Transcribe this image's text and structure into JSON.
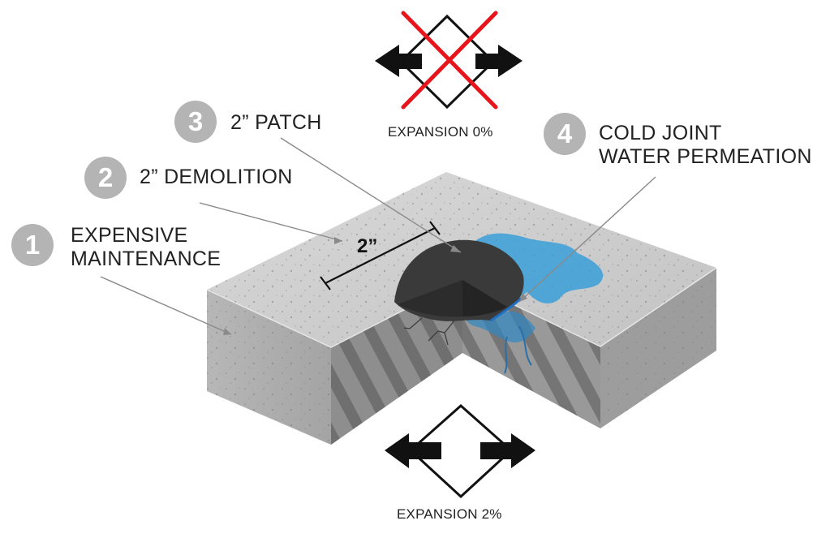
{
  "callouts": [
    {
      "number": "1",
      "label": "EXPENSIVE\nMAINTENANCE"
    },
    {
      "number": "2",
      "label": "2” DEMOLITION"
    },
    {
      "number": "3",
      "label": "2” PATCH"
    },
    {
      "number": "4",
      "label": "COLD JOINT\nWATER PERMEATION"
    }
  ],
  "expansion_top": {
    "label": "EXPANSION 0%",
    "crossed_out": true
  },
  "expansion_bottom": {
    "label": "EXPANSION 2%",
    "crossed_out": false
  },
  "dimension_label": "2”",
  "colors": {
    "badge": "#b4b4b4",
    "cross": "#e8141c",
    "water": "#3a9fd8",
    "patch": "#3a3a3a",
    "concrete_top": "#cfcfcf",
    "concrete_side": "#a9a9a9"
  },
  "icons": [
    "double-arrow-icon",
    "diamond-icon",
    "red-cross-icon"
  ]
}
